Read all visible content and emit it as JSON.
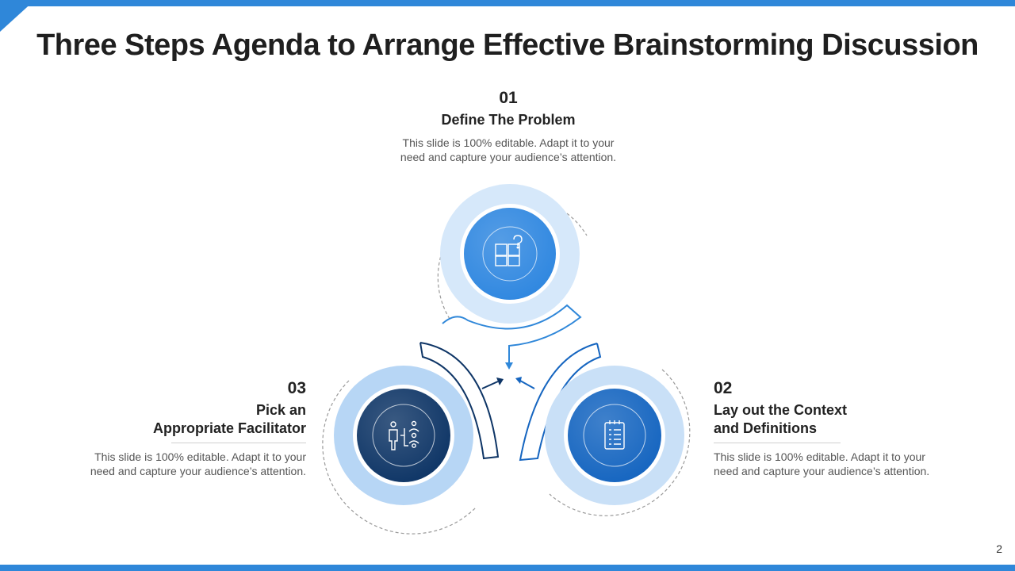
{
  "slide": {
    "title": "Three Steps Agenda to Arrange Effective Brainstorming Discussion",
    "page_number": "2"
  },
  "steps": [
    {
      "number": "01",
      "heading_line1": "Define The Problem",
      "description_line1": "This slide is 100% editable. Adapt it to your",
      "description_line2": "need and capture your audience’s attention.",
      "icon": "puzzle-question-icon",
      "color": "#2f87e0"
    },
    {
      "number": "02",
      "heading_line1": "Lay out the Context",
      "heading_line2": "and Definitions",
      "description_line1": "This slide is 100% editable. Adapt it to your",
      "description_line2": "need and capture your audience’s attention.",
      "icon": "clipboard-checklist-icon",
      "color": "#1565c0"
    },
    {
      "number": "03",
      "heading_line1": "Pick an",
      "heading_line2": "Appropriate Facilitator",
      "description_line1": "This slide is 100% editable. Adapt it to your",
      "description_line2": "need and capture your audience’s attention.",
      "icon": "facilitator-team-icon",
      "color": "#0e3566"
    }
  ],
  "colors": {
    "accent": "#2f87d9",
    "ring_light": "#d6e8fa",
    "ring_mid": "#b7d6f5"
  }
}
